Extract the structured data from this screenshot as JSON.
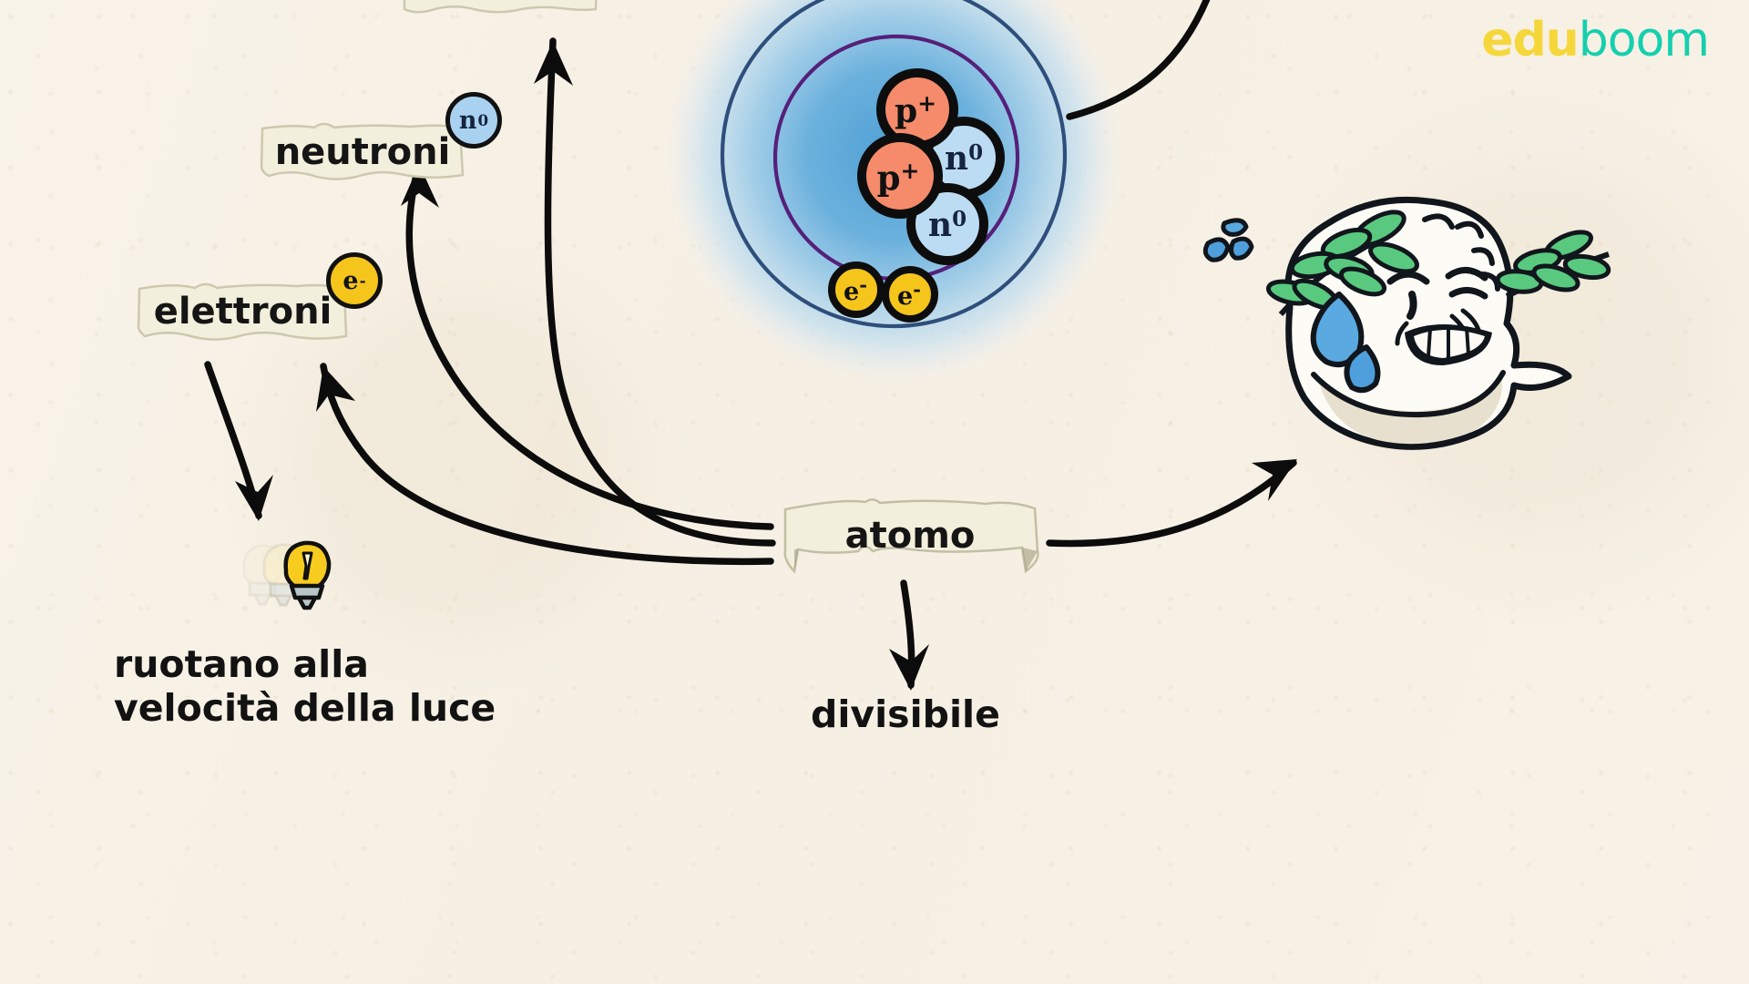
{
  "brand": {
    "part1": "edu",
    "part2": "boom"
  },
  "background_color": "#f7f1e5",
  "labels": {
    "neutroni": "neutroni",
    "elettroni": "elettroni",
    "atomo": "atomo",
    "cut_off_top": ""
  },
  "badges": {
    "neutron": {
      "symbol": "n",
      "charge": "0",
      "fill": "#a9d2f0",
      "text_color": "#16243f"
    },
    "electron": {
      "symbol": "e",
      "charge": "-",
      "fill": "#f6c51c",
      "text_color": "#141414"
    },
    "proton": {
      "symbol": "p",
      "charge": "+",
      "fill": "#f58b6a",
      "text_color": "#111111"
    }
  },
  "captions": {
    "speed_line1": "ruotano alla",
    "speed_line2": "velocità della luce",
    "divisibile": "divisibile"
  },
  "atom": {
    "glow_color_outer": "#bcdcf0",
    "glow_color_inner": "#5ea8d8",
    "outer_orbit_color": "#2e4f7c",
    "inner_orbit_color": "#55207a",
    "nucleus": [
      {
        "type": "proton",
        "symbol": "p",
        "charge": "+",
        "fill": "#f58b6a"
      },
      {
        "type": "proton",
        "symbol": "p",
        "charge": "+",
        "fill": "#f58b6a"
      },
      {
        "type": "neutron",
        "symbol": "n",
        "charge": "0",
        "fill": "#bcdcf4"
      },
      {
        "type": "neutron",
        "symbol": "n",
        "charge": "0",
        "fill": "#bcdcf4"
      }
    ],
    "electrons": [
      {
        "symbol": "e",
        "charge": "-",
        "fill": "#f6c51c"
      },
      {
        "symbol": "e",
        "charge": "-",
        "fill": "#f6c51c"
      }
    ],
    "counts": {
      "protons": 2,
      "neutrons": 2,
      "electrons": 2
    }
  },
  "illustrations": {
    "lightbulb": {
      "name": "lightbulb-with-motion-trail",
      "bulb_color": "#f8cc1f",
      "base_color": "#b8c6c8"
    },
    "philosopher": {
      "name": "greek-philosopher-sweating",
      "leaf_color": "#59c97f",
      "sweat_color": "#4ea3de",
      "beard_color": "#f4efe4"
    }
  },
  "connectors": [
    {
      "name": "atomo-to-neutroni",
      "style": "curved-arrow"
    },
    {
      "name": "atomo-to-elettroni",
      "style": "curved-arrow"
    },
    {
      "name": "atomo-to-top-label",
      "style": "curved-arrow"
    },
    {
      "name": "atomo-to-philosopher",
      "style": "curved-arrow"
    },
    {
      "name": "atomo-to-divisibile",
      "style": "curved-arrow"
    },
    {
      "name": "elettroni-to-lightbulb",
      "style": "curved-arrow"
    },
    {
      "name": "atom-to-offscreen-top-right",
      "style": "curved-line"
    }
  ]
}
